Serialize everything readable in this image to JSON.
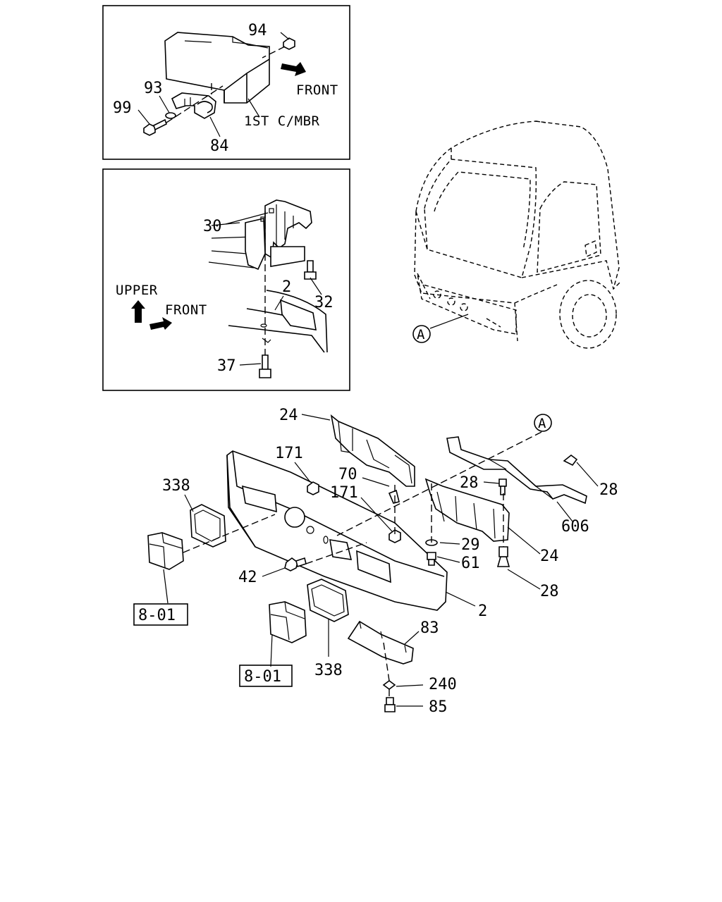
{
  "inset_top": {
    "labels": {
      "p94": "94",
      "p93": "93",
      "p99": "99",
      "p84": "84",
      "front": "FRONT",
      "cmbr": "1ST C/MBR"
    }
  },
  "inset_middle": {
    "labels": {
      "p30": "30",
      "p2": "2",
      "p32": "32",
      "p37": "37",
      "upper": "UPPER",
      "front": "FRONT"
    }
  },
  "cab_view": {
    "labels": {
      "ref_a": "A"
    }
  },
  "main_view": {
    "labels": {
      "p24_top": "24",
      "ref_a": "A",
      "p171_a": "171",
      "p70": "70",
      "p171_b": "171",
      "p28_a": "28",
      "p28_b": "28",
      "p606": "606",
      "p338_a": "338",
      "p29": "29",
      "p61": "61",
      "p24_b": "24",
      "p42": "42",
      "p28_c": "28",
      "p2": "2",
      "ref801_a": "8-01",
      "p83": "83",
      "ref801_b": "8-01",
      "p338_b": "338",
      "p240": "240",
      "p85": "85"
    }
  },
  "icons": {
    "front_arrow_top": "arrow-right-down-icon",
    "upper_arrow": "arrow-up-icon",
    "front_arrow_mid": "arrow-right-icon"
  }
}
